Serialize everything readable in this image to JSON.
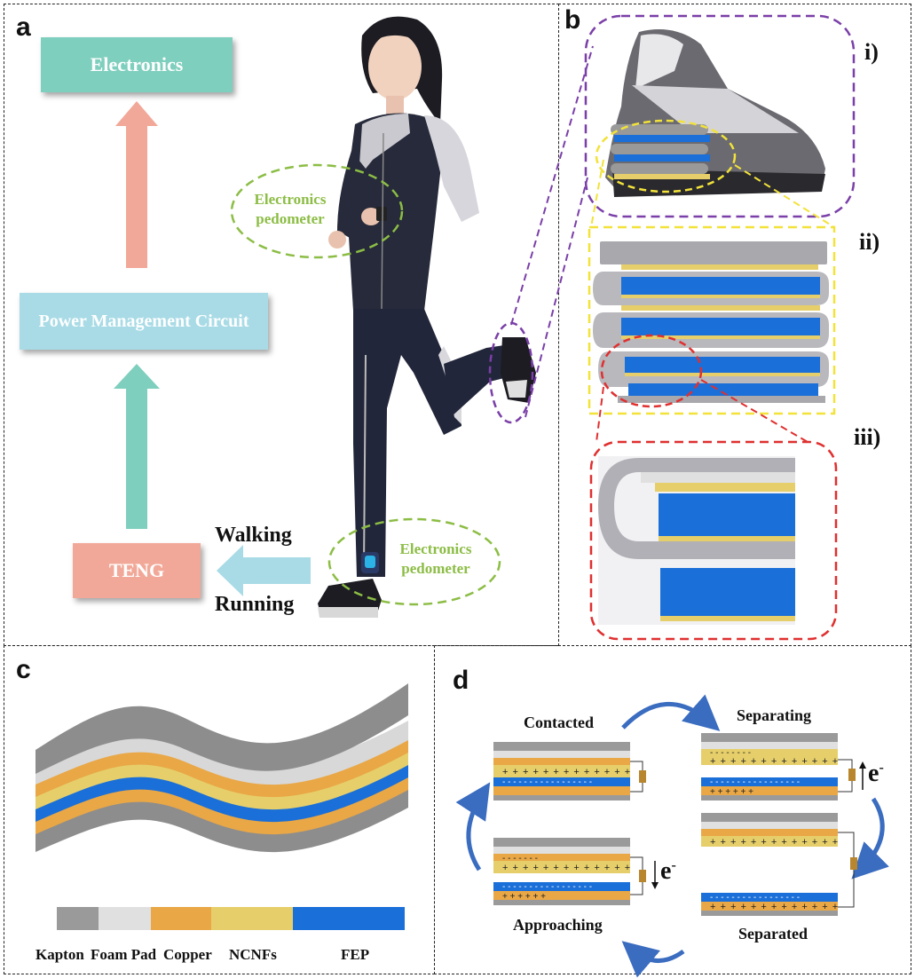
{
  "panels": {
    "a": "a",
    "b": "b",
    "c": "c",
    "d": "d"
  },
  "panel_a": {
    "electronics": "Electronics",
    "power_management": "Power Management Circuit",
    "teng": "TENG",
    "walking": "Walking",
    "running": "Running",
    "pedometer_wrist": "Electronics pedometer",
    "pedometer_ankle": "Electronics pedometer"
  },
  "panel_b": {
    "i": "i)",
    "ii": "ii)",
    "iii": "iii)"
  },
  "panel_c": {
    "legend": [
      "Kapton",
      "Foam Pad",
      "Copper",
      "NCNFs",
      "FEP"
    ]
  },
  "panel_d": {
    "contacted": "Contacted",
    "separating": "Separating",
    "approaching": "Approaching",
    "separated": "Separated",
    "electron": "e",
    "electron_sup": "-"
  },
  "colors": {
    "teal": "#7fcfbe",
    "light_blue": "#a8dbe6",
    "salmon": "#f2a898",
    "kapton": "#9a9a9a",
    "foam": "#e0e0e0",
    "copper": "#e9a746",
    "ncnfs": "#e6cf6a",
    "fep": "#1a6fd8",
    "purple_dash": "#7a3fa8",
    "yellow_dash": "#f2e23a",
    "red_dash": "#e03030",
    "green_dash": "#8cbd45"
  }
}
